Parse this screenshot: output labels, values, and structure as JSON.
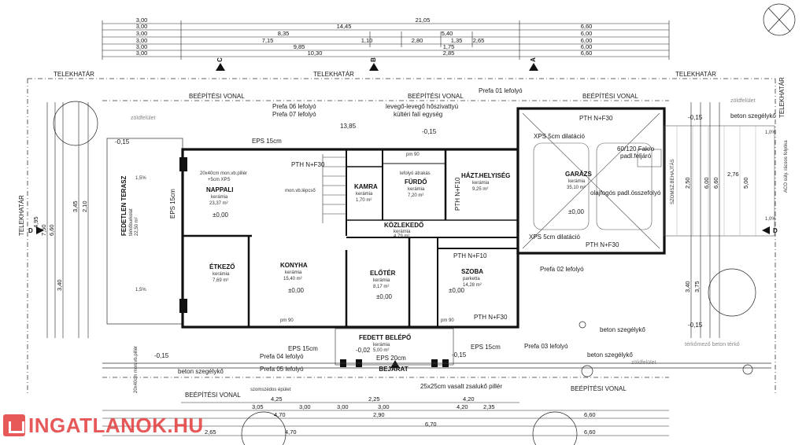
{
  "dimensions": {
    "top_row1": {
      "a": "3,00",
      "b": "21,05"
    },
    "top_row2": {
      "a": "3,00",
      "b": "14,45",
      "c": "6,60"
    },
    "top_row3": {
      "a": "3,00",
      "b": "8,35",
      "c": "5,40",
      "d": "6,00"
    },
    "top_row4": {
      "a": "3,00",
      "b": "7,15",
      "c": "1,10",
      "d": "2,80",
      "e": "1,35",
      "f": "2,65",
      "g": "6,00"
    },
    "top_row5": {
      "a": "3,00",
      "b": "9,85",
      "c": "1,75",
      "d": "6,00"
    },
    "top_row6": {
      "a": "3,00",
      "b": "10,30",
      "c": "2,85",
      "d": "6,60"
    },
    "bottom_row1": {
      "a": "3,05",
      "b": "3,00",
      "c": "3,00",
      "d": "3,00",
      "e": "4,20",
      "f": "2,35"
    },
    "bottom_row2": {
      "a": "4,70",
      "b": "2,90",
      "c": "6,60"
    },
    "bottom_row3": {
      "a": "2,65",
      "b": "4,70",
      "c": "6,70",
      "d": "6,60"
    },
    "bottom_row4": {
      "a": "4,25",
      "b": "2,25",
      "c": "4,20"
    },
    "left_col": {
      "a": "7,50",
      "b": "6,60",
      "c": "3,40",
      "d": "4,95",
      "e": "3,45",
      "f": "2,10"
    },
    "right_col": {
      "a": "3,40",
      "b": "3,75",
      "c": "5,00",
      "d": "6,00",
      "e": "6,60",
      "f": "2,50",
      "g": "2,76"
    }
  },
  "labels": {
    "telekhatar": "TELEKHATÁR",
    "beepitesi_vonal": "BEÉPÍTÉSI VONAL",
    "zoldfelulet": "zöldfelület",
    "prefa01": "Prefa 01 lefolyó",
    "prefa02": "Prefa 02 lefolyó",
    "prefa03": "Prefa 03 lefolyó",
    "prefa04": "Prefa 04 lefolyó",
    "prefa05": "Prefa 05 lefolyó",
    "prefa06": "Prefa 06 lefolyó",
    "prefa07": "Prefa 07 lefolyó",
    "hoszivattyu": "levegő-levegő hőszivattyú",
    "kulteri": "kültéri falí egység",
    "eps15": "EPS 15cm",
    "eps20": "EPS 20cm",
    "xps5": "XPS 5cm dilatáció",
    "pillar": "20x40cm mon.vb.pillér",
    "pillar_xps": "+5cm XPS",
    "pillar2": "20x40cm mon.vb.pillér",
    "mon_lepcso": "mon.vb.lépcső",
    "lefolyo_atrakas": "lefolyó átrakás",
    "fakro": "60/120 Fakro",
    "padlasfeljaro": "padl.feljáró",
    "olajfogos": "olajfogós padl.összefolyó",
    "beton": "beton szegélykő",
    "beton2": "beton szegélykő",
    "beton3": "beton szegélykő",
    "beton4": "beton szegélykő",
    "aco": "ACO súly. rácsos folyóka",
    "oszlop": "25x25cm vasalt zsalukő pillér",
    "bejarat": "BEJÁRAT",
    "behajtas": "SZOMSZ.BEHAJTÁS",
    "beton_terko": "térkőmező beton térkő",
    "elt_epulet": "szomszédos épület",
    "pth_f30": "PTH N+F30",
    "pth_f10": "PTH N+F10",
    "level": "±0,00",
    "level_neg": "-0,15",
    "level_neg2": "-0,02",
    "sz_1_5": "1,5%",
    "sz_1_0": "1,0%",
    "pmx": "pm 90",
    "axis_a": "A",
    "axis_b": "B",
    "axis_c": "C",
    "axis_d": "D"
  },
  "rooms": [
    {
      "name": "NAPPALI",
      "floor": "kerámia",
      "area": "23,37 m²",
      "level": "±0,00"
    },
    {
      "name": "ÉTKEZŐ",
      "floor": "kerámia",
      "area": "7,69 m²",
      "level": "±0,00"
    },
    {
      "name": "KONYHA",
      "floor": "kerámia",
      "area": "15,40 m²",
      "level": "±0,00"
    },
    {
      "name": "KAMRA",
      "floor": "kerámia",
      "area": "1,70 m²"
    },
    {
      "name": "FÜRDŐ",
      "floor": "kerámia",
      "area": "7,20 m²"
    },
    {
      "name": "HÁZT.HELYISÉG",
      "floor": "kerámia",
      "area": "9,25 m²"
    },
    {
      "name": "KÖZLEKEDŐ",
      "floor": "kerámia",
      "area": "4,79 m²"
    },
    {
      "name": "ELŐTÉR",
      "floor": "kerámia",
      "area": "8,17 m²",
      "level": "±0,00"
    },
    {
      "name": "SZOBA",
      "floor": "parketta",
      "area": "14,28 m²",
      "level": "±0,00"
    },
    {
      "name": "GARÁZS",
      "floor": "kerámia",
      "area": "35,10 m²",
      "level": "±0,00"
    },
    {
      "name": "FEDETT BELÉPŐ",
      "floor": "kerámia",
      "area": "5,00 m²",
      "level": "-0,02"
    },
    {
      "name": "FEDETLEN TERASZ",
      "floor": "térkőburkolat",
      "area": "22,50 m²"
    }
  ],
  "watermark": {
    "text": "INGATLANOK.HU",
    "color": "#e33b3b"
  }
}
